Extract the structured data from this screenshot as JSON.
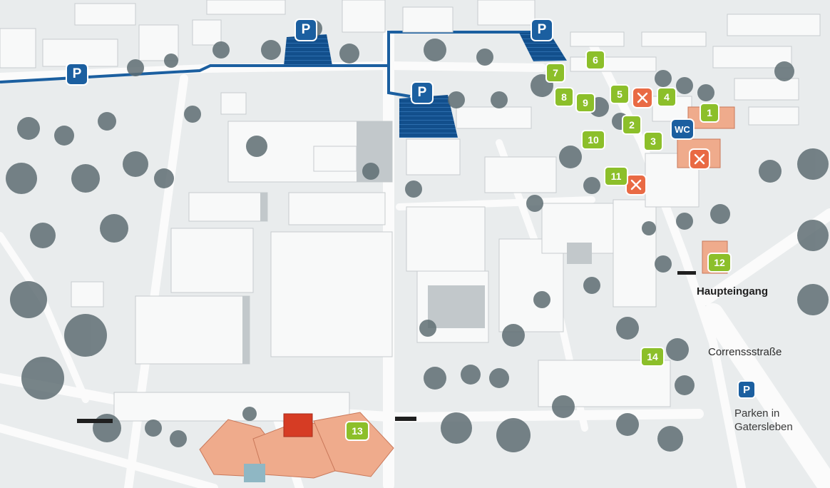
{
  "markers": [
    {
      "id": "1",
      "label": "1"
    },
    {
      "id": "2",
      "label": "2"
    },
    {
      "id": "3",
      "label": "3"
    },
    {
      "id": "4",
      "label": "4"
    },
    {
      "id": "5",
      "label": "5"
    },
    {
      "id": "6",
      "label": "6"
    },
    {
      "id": "7",
      "label": "7"
    },
    {
      "id": "8",
      "label": "8"
    },
    {
      "id": "9",
      "label": "9"
    },
    {
      "id": "10",
      "label": "10"
    },
    {
      "id": "11",
      "label": "11"
    },
    {
      "id": "12",
      "label": "12"
    },
    {
      "id": "13",
      "label": "13"
    },
    {
      "id": "14",
      "label": "14"
    }
  ],
  "parking_symbol": "P",
  "wc_label": "WC",
  "restaurant_icon": "fork-knife-icon",
  "labels": {
    "main_entrance": "Haupteingang",
    "street": "Correnssstraße"
  },
  "legend": {
    "parking_symbol": "P",
    "parking_text": "Parken in Gatersleben"
  },
  "colors": {
    "marker_green": "#8cbf2a",
    "parking_blue": "#1b5fa0",
    "restaurant_orange": "#e96a44",
    "highlight_building": "#efab8c"
  }
}
